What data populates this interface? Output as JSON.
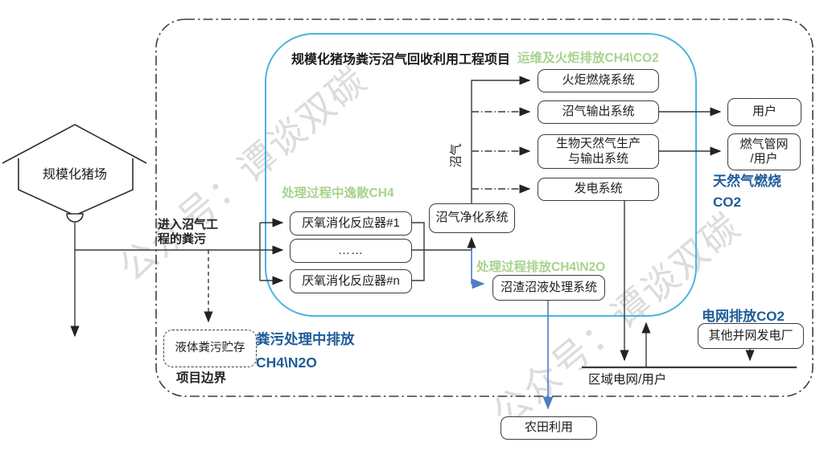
{
  "diagram": {
    "title": "规模化猪场粪污沼气回收利用工程项目",
    "watermark": "公众号：谭谈双碳",
    "farm": {
      "label": "规模化猪场"
    },
    "inlet": {
      "line1": "进入沼气工",
      "line2": "程的粪污"
    },
    "boundary": {
      "label": "项目边界"
    },
    "flows": {
      "biogas": "沼气"
    },
    "nodes": {
      "reactor_1": "厌氧消化反应器#1",
      "reactor_ellipsis": "……",
      "reactor_n": "厌氧消化反应器#n",
      "purification": "沼气净化系统",
      "flare": "火炬燃烧系统",
      "biogas_output": "沼气输出系统",
      "bio_ng_line1": "生物天然气生产",
      "bio_ng_line2": "与输出系统",
      "power_generation": "发电系统",
      "residue_treatment": "沼渣沼液处理系统",
      "liquid_storage": "液体粪污贮存",
      "users": "用户",
      "gas_grid_line1": "燃气管网",
      "gas_grid_line2": "/用户",
      "other_plants": "其他并网发电厂",
      "farmland": "农田利用",
      "regional_grid": "区域电网/用户"
    },
    "emission_labels": {
      "om_flare": "运维及火炬排放CH4\\CO2",
      "fugitive": "处理过程中逸散CH4",
      "process": "处理过程排放CH4\\N2O",
      "natural_gas_line1": "天然气燃烧",
      "natural_gas_line2": "CO2",
      "grid": "电网排放CO2",
      "manure_line1": "粪污处理中排放",
      "manure_line2": "CH4\\N2O"
    },
    "colors": {
      "project_boundary_blue": "#4ab5dd",
      "green_label": "#a9d28e",
      "blue_label": "#1f5c99",
      "blue_arrow": "#4a7fc1"
    }
  }
}
